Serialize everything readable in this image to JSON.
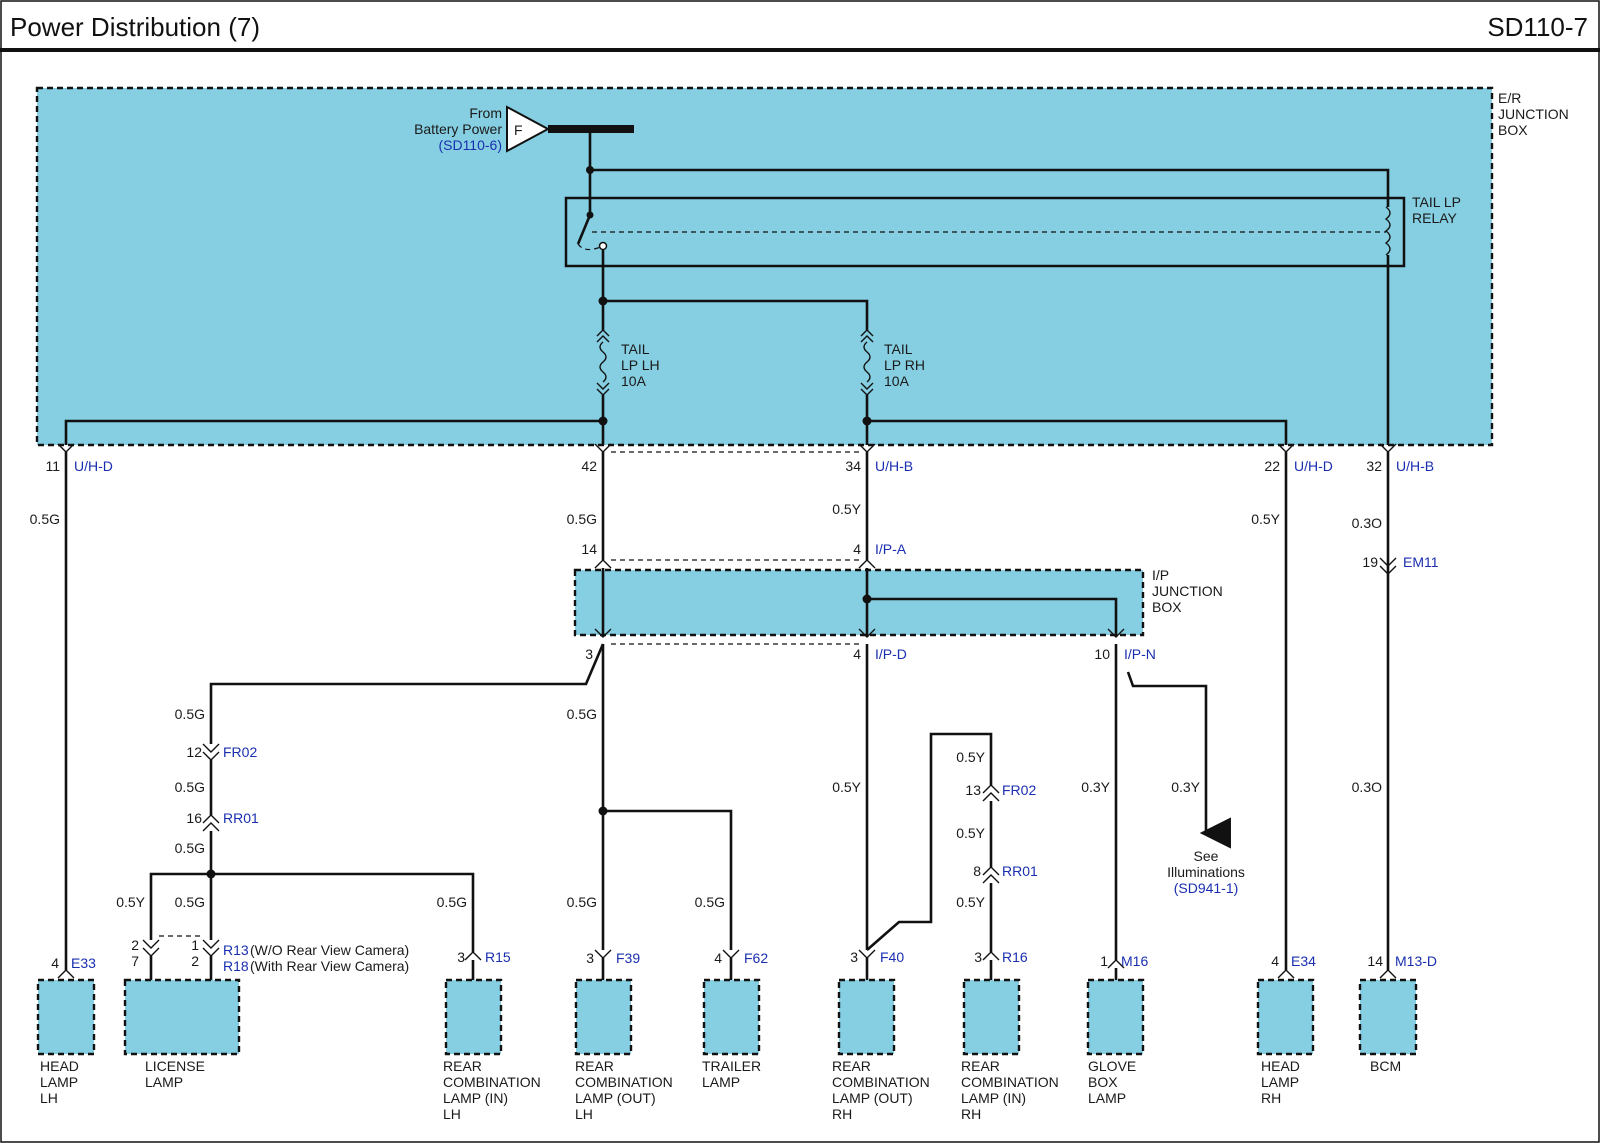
{
  "header": {
    "title": "Power Distribution (7)",
    "code": "SD110-7"
  },
  "colors": {
    "junction_box": "#86cfe2",
    "connector_label": "#1a2fb0",
    "wire": "#111111"
  },
  "er_box": {
    "label": [
      "E/R",
      "JUNCTION",
      "BOX"
    ]
  },
  "source": {
    "lines": [
      "From",
      "Battery Power"
    ],
    "ref": "(SD110-6)",
    "letter": "F"
  },
  "relay": {
    "label": [
      "TAIL LP",
      "RELAY"
    ]
  },
  "fuses": {
    "lh": [
      "TAIL",
      "LP LH",
      "10A"
    ],
    "rh": [
      "TAIL",
      "LP RH",
      "10A"
    ]
  },
  "er_pins": {
    "p11": {
      "pin": "11",
      "conn": "U/H-D",
      "wire": "0.5G"
    },
    "p42": {
      "pin": "42",
      "wire": "0.5G"
    },
    "p34": {
      "pin": "34",
      "conn": "U/H-B",
      "wire": "0.5Y"
    },
    "p22": {
      "pin": "22",
      "conn": "U/H-D",
      "wire": "0.5Y"
    },
    "p32": {
      "pin": "32",
      "conn": "U/H-B",
      "wire": "0.3O"
    }
  },
  "em11": {
    "pin": "19",
    "conn": "EM11",
    "wire": "0.3O"
  },
  "ip_box": {
    "label": [
      "I/P",
      "JUNCTION",
      "BOX"
    ]
  },
  "ip_pins": {
    "top14": {
      "pin": "14"
    },
    "top4": {
      "pin": "4",
      "conn": "I/P-A"
    },
    "b3": {
      "pin": "3"
    },
    "b4": {
      "pin": "4",
      "conn": "I/P-D"
    },
    "b10": {
      "pin": "10",
      "conn": "I/P-N"
    }
  },
  "branch_lh": {
    "w1": "0.5G",
    "fr02": {
      "pin": "12",
      "conn": "FR02"
    },
    "w2": "0.5G",
    "rr01": {
      "pin": "16",
      "conn": "RR01"
    },
    "w3": "0.5G",
    "w_left": "0.5Y",
    "w_mid": "0.5G",
    "w_right": "0.5G",
    "lic_pin_a": [
      "2",
      "7"
    ],
    "lic_pin_b": [
      "1",
      "2"
    ],
    "lic_conn": [
      "R13",
      "R18"
    ],
    "lic_note": [
      "(W/O Rear View Camera)",
      "(With Rear View Camera)"
    ]
  },
  "branch_mid": {
    "w1": "0.5G",
    "w_f39": "0.5G",
    "w_f62": "0.5G"
  },
  "branch_rh": {
    "w_main": "0.5Y",
    "w_top": "0.5Y",
    "fr02": {
      "pin": "13",
      "conn": "FR02"
    },
    "w_mid": "0.5Y",
    "rr01": {
      "pin": "8",
      "conn": "RR01"
    },
    "w_bot": "0.5Y"
  },
  "branch_n": {
    "w_glove": "0.3Y",
    "w_illum": "0.3Y",
    "see": [
      "See",
      "Illuminations"
    ],
    "see_ref": "(SD941-1)"
  },
  "loads": [
    {
      "pin": "4",
      "conn": "E33",
      "label": [
        "HEAD",
        "LAMP",
        "LH"
      ]
    },
    {
      "pin": "",
      "conn": "",
      "label": [
        "LICENSE",
        "LAMP"
      ]
    },
    {
      "pin": "3",
      "conn": "R15",
      "label": [
        "REAR",
        "COMBINATION",
        "LAMP (IN)",
        "LH"
      ]
    },
    {
      "pin": "3",
      "conn": "F39",
      "label": [
        "REAR",
        "COMBINATION",
        "LAMP (OUT)",
        "LH"
      ]
    },
    {
      "pin": "4",
      "conn": "F62",
      "label": [
        "TRAILER",
        "LAMP"
      ]
    },
    {
      "pin": "3",
      "conn": "F40",
      "label": [
        "REAR",
        "COMBINATION",
        "LAMP  (OUT)",
        "RH"
      ]
    },
    {
      "pin": "3",
      "conn": "R16",
      "label": [
        "REAR",
        "COMBINATION",
        "LAMP (IN)",
        "RH"
      ]
    },
    {
      "pin": "1",
      "conn": "M16",
      "label": [
        "GLOVE",
        "BOX",
        "LAMP"
      ]
    },
    {
      "pin": "4",
      "conn": "E34",
      "label": [
        "HEAD",
        "LAMP",
        "RH"
      ]
    },
    {
      "pin": "14",
      "conn": "M13-D",
      "label": [
        "BCM"
      ]
    }
  ]
}
